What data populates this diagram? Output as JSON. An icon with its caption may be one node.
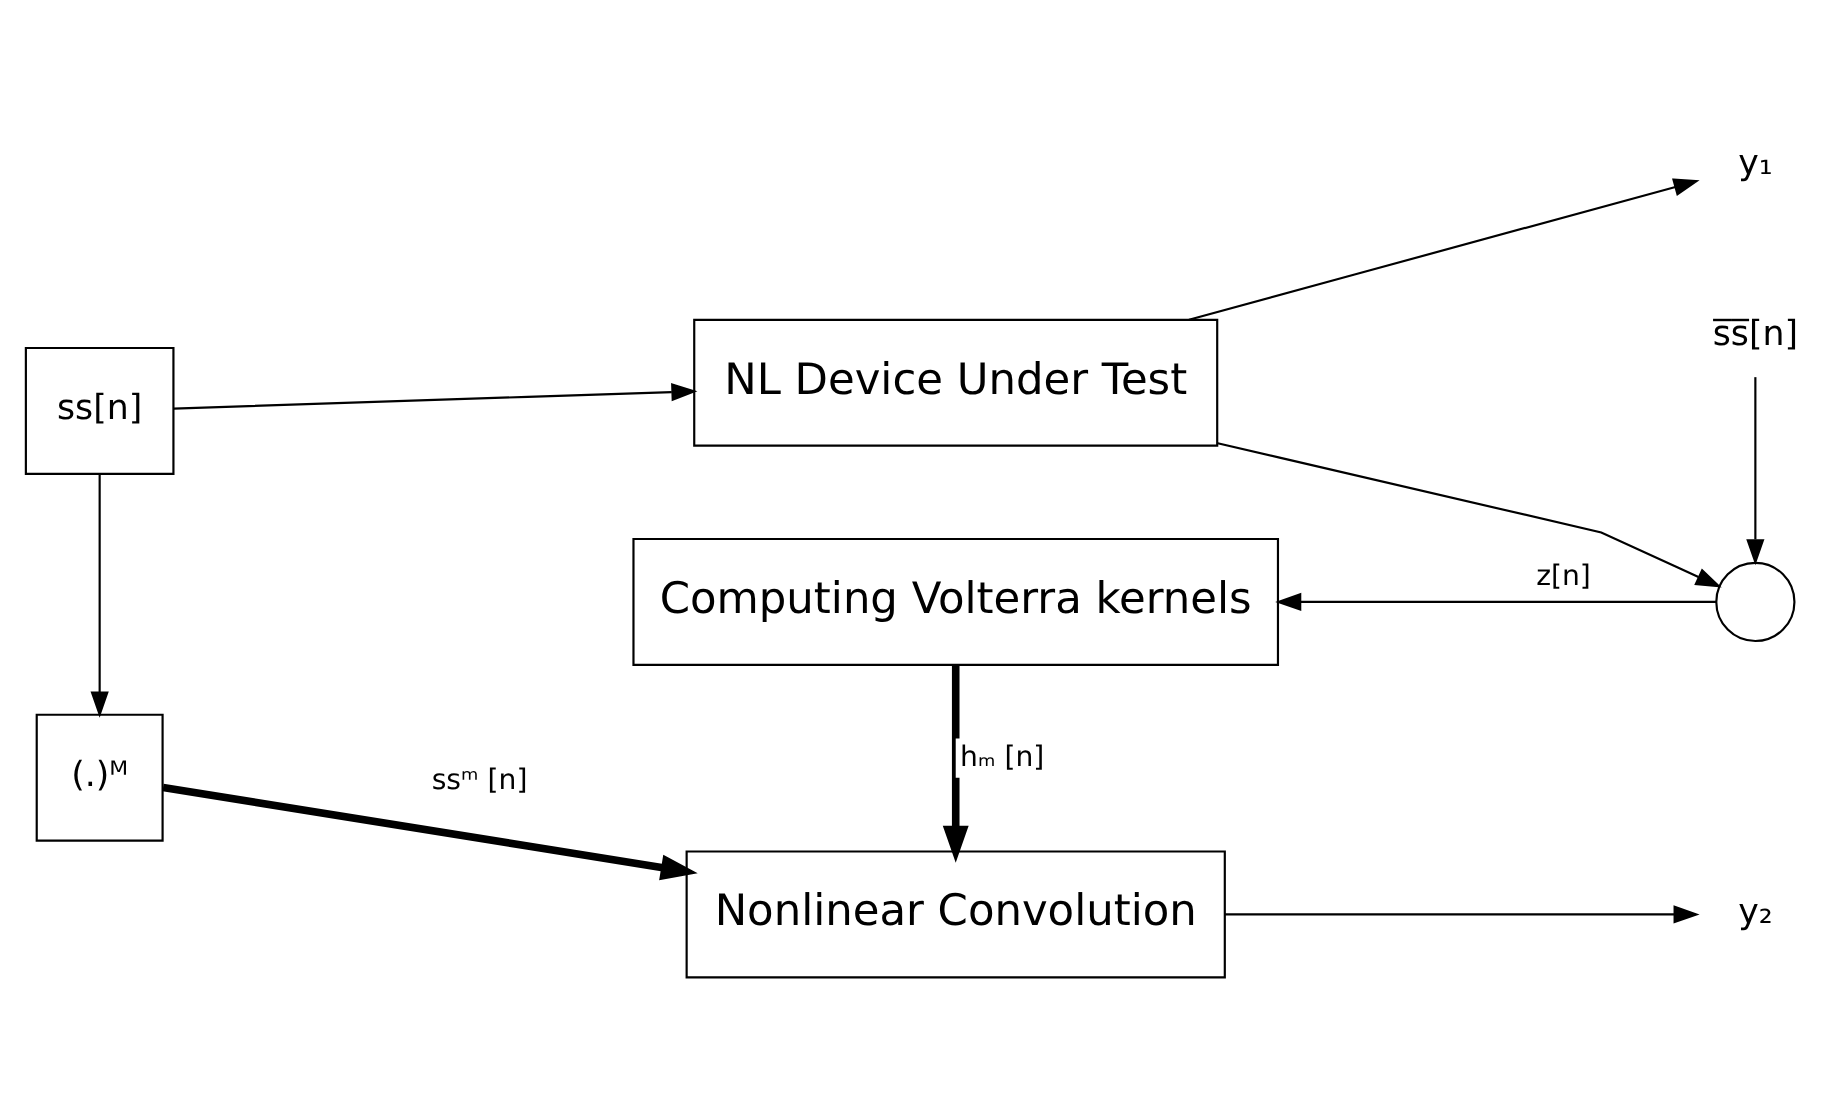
{
  "diagram": {
    "nodes": [
      {
        "text": [
          "ss[n]"
        ]
      },
      {
        "text": [
          "NL Device Under Test"
        ]
      },
      {
        "text": [
          "y₁"
        ]
      },
      {
        "text": [],
        "shape": "circle"
      },
      {
        "text": [
          "s̅s̅[n]"
        ]
      },
      {
        "text": [
          "(.)ᴹ"
        ]
      },
      {
        "text": [
          "Computing Volterra kernels"
        ]
      },
      {
        "text": [
          "Nonlinear Convolution"
        ]
      },
      {
        "text": [
          "y₂"
        ]
      }
    ],
    "edges": [
      {
        "from": 0,
        "to": 1,
        "arrow": "to"
      },
      {
        "from": 1,
        "to": 2,
        "arrow": "to"
      },
      {
        "from": 1,
        "to": 3,
        "arrow": "to"
      },
      {
        "from": 4,
        "to": 3,
        "arrow": "to"
      },
      {
        "from": 3,
        "to": 6,
        "arrow": "to",
        "label": "z[n]"
      },
      {
        "from": 0,
        "to": 5,
        "arrow": "to"
      },
      {
        "from": 6,
        "to": 7,
        "arrow": "to",
        "label": "hₘ [n]",
        "style": "thick"
      },
      {
        "from": 5,
        "to": 7,
        "arrow": "to",
        "label": "ssᵐ [n]",
        "style": "thick"
      },
      {
        "from": 7,
        "to": 8,
        "arrow": "to"
      }
    ]
  }
}
